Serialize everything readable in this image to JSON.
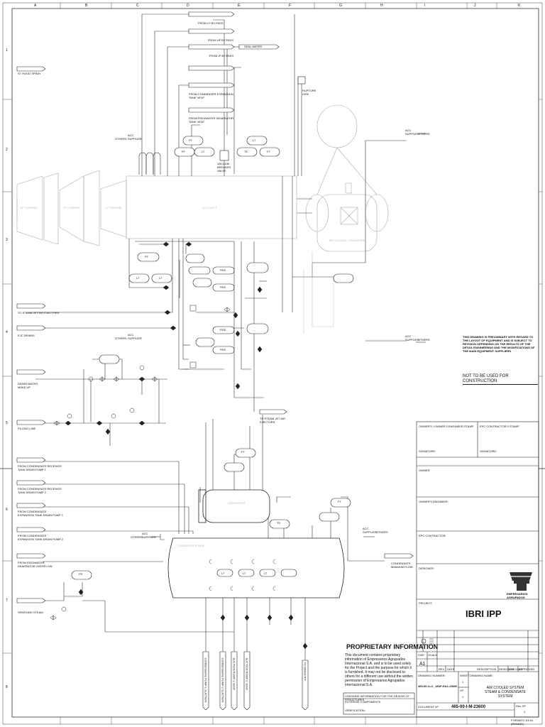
{
  "grid": {
    "columns": [
      "A",
      "B",
      "C",
      "D",
      "E",
      "F",
      "G",
      "H",
      "I",
      "J",
      "K"
    ],
    "rows": [
      "1",
      "2",
      "3",
      "4",
      "5",
      "6",
      "7",
      "8"
    ]
  },
  "inlets": {
    "from_lp_bypass": "FROM LP BY-PASS",
    "from_hp_bypass": "FROM HP BY-PASS",
    "from_ip_bypass": "FROM IP BY-PASS",
    "from_condenser_expansion": "FROM CONDENSER EXPANSION TANK VENT",
    "from_feedwater_deaerator": "FROM FEEDWATER DEAERATOR TANK VENT",
    "seal_water": "SEAL WATER",
    "st_hood_spray": "ST HOOD SPRAY",
    "to_steam_jet": "TO STEAM JET AIR EJECTORS",
    "ejc_drains": "EJC DRAINS",
    "demin_water": "DEMIN WATER MAKE UP",
    "filling_line": "FILLING LINE",
    "to_steam_jet_2": "TO STEAM JET AIR EJECTORS",
    "from_cond_receiver_1": "FROM CONDENSATE RECEIVER TANK DRAIN PUMP 1",
    "from_cond_receiver_2": "FROM CONDENSATE RECEIVER TANK DRAIN PUMP 2",
    "from_cond_expansion_1": "FROM CONDENSATE EXPANSION TANK DRAIN PUMP 1",
    "from_cond_expansion_2": "FROM CONDENSATE EXPANSION TANK DRAIN PUMP 2",
    "from_feedwater_overflow": "FROM FEEDWATER DEAERATOR OVERFLOW",
    "sparging_steam": "SPARGING STEAM",
    "condensate_min_flow": "CONDENSATE MINIMUM FLOW"
  },
  "equipment": {
    "hp_turbine": "HP TURBINE",
    "ip_turbine": "IP TURBINE",
    "lp_turbine": "LP TURBINE",
    "acc_duct": "ACC DUCT",
    "acc": "AIR COOLED CONDENSER",
    "deaerator": "DEAERATOR",
    "condensate_tank": "CONDENSATE TANK",
    "vacuum_breaker": "VACUUM BREAKER VALVE",
    "rupture_disk": "RUPTURE DISK",
    "others": "OTHERS",
    "acc_supplier": "ACC SUPPLIER"
  },
  "suction_lines": {
    "cep1": "CONDENSATE PUMP 1 SUCTION",
    "cep2": "CONDENSATE PUMP 2 SUCTION",
    "vac1": "SUCTION PUMP 1 VENT",
    "vac2": "SUCTION PUMP 2 VENT",
    "drain": "TO DRAIN PIT"
  },
  "notes": {
    "preliminary": "THIS DRAWING IS PRELIMINARY WITH REGARD TO THE LAYOUT OF EQUIPMENT AND IS SUBJECT TO REVISION DEPENDING ON THE RESULTS OF THE DETAIL ENGINEERING AND THE MODIFICATIONS OF THE MAIN EQUIPMENT SUPPLIERS",
    "not_for_construction": "NOT TO BE USED FOR CONSTRUCTION"
  },
  "proprietary": {
    "title": "PROPRIETARY INFORMATION",
    "body": "This document contains proprietary information of Empresarios Agrupados Internacional S.A. and is to be used solely for the Project and the purpose for which it is furnished. It may not be disclosed to others for a different use without the written permission of Empresarios Agrupados Internacional S.A.",
    "design_note": "CONTAINS INFORMATION FOR THE DESIGN OF STRUCTURES",
    "exterior_comp": "EXTERIOR COMPONENTS",
    "verification": "VERIFICATION:"
  },
  "titleblock": {
    "owner_stamp": "OWNER'S / OWNER'S ENGINEER STAMP",
    "epc_stamp": "EPC CONTRACTOR'S STAMP",
    "signature": "SIGNATURE:",
    "owner": "OWNER:",
    "owners_engineer": "OWNER'S ENGINEER:",
    "epc_contractor": "EPC CONTRACTOR:",
    "designer": "DESIGNER:",
    "company": "EMPRESARIOS AGRUPADOS",
    "project_label": "PROJECT:",
    "project": "IBRI IPP",
    "size_label": "SIZE",
    "scale_label": "SCALE",
    "size": "A1",
    "drawing_number_label": "DRAWING NUMBER:",
    "drawing_number": "465-00-I-LC_-MXP-EA1-23600",
    "sheet_label": "SHEET",
    "sheet": "1",
    "of_label": "OF",
    "of": "1",
    "drawing_name_label": "DRAWING NAME:",
    "drawing_name": "AIR COOLED SYSTEM STEAM & CONDENSATE SYSTEM",
    "document_label": "DOCUMENT Nº:",
    "document_number": "465-00-I-M-23600",
    "rev_label": "Rev. Nº:",
    "rev": "1",
    "rev_headers": [
      "REV",
      "DATE",
      "DESCRIPTION",
      "DESIGNED",
      "CHECKED",
      "APPROVED"
    ],
    "footer": "FORMATO EA A1 (594x841)"
  },
  "tags": [
    "PT",
    "PT",
    "LT",
    "LT",
    "TE",
    "FT",
    "PT",
    "LT",
    "LT",
    "LT",
    "LT",
    "LT",
    "PDS",
    "PDS",
    "PDS",
    "PDS",
    "FT",
    "TE",
    "FT",
    "PS"
  ]
}
